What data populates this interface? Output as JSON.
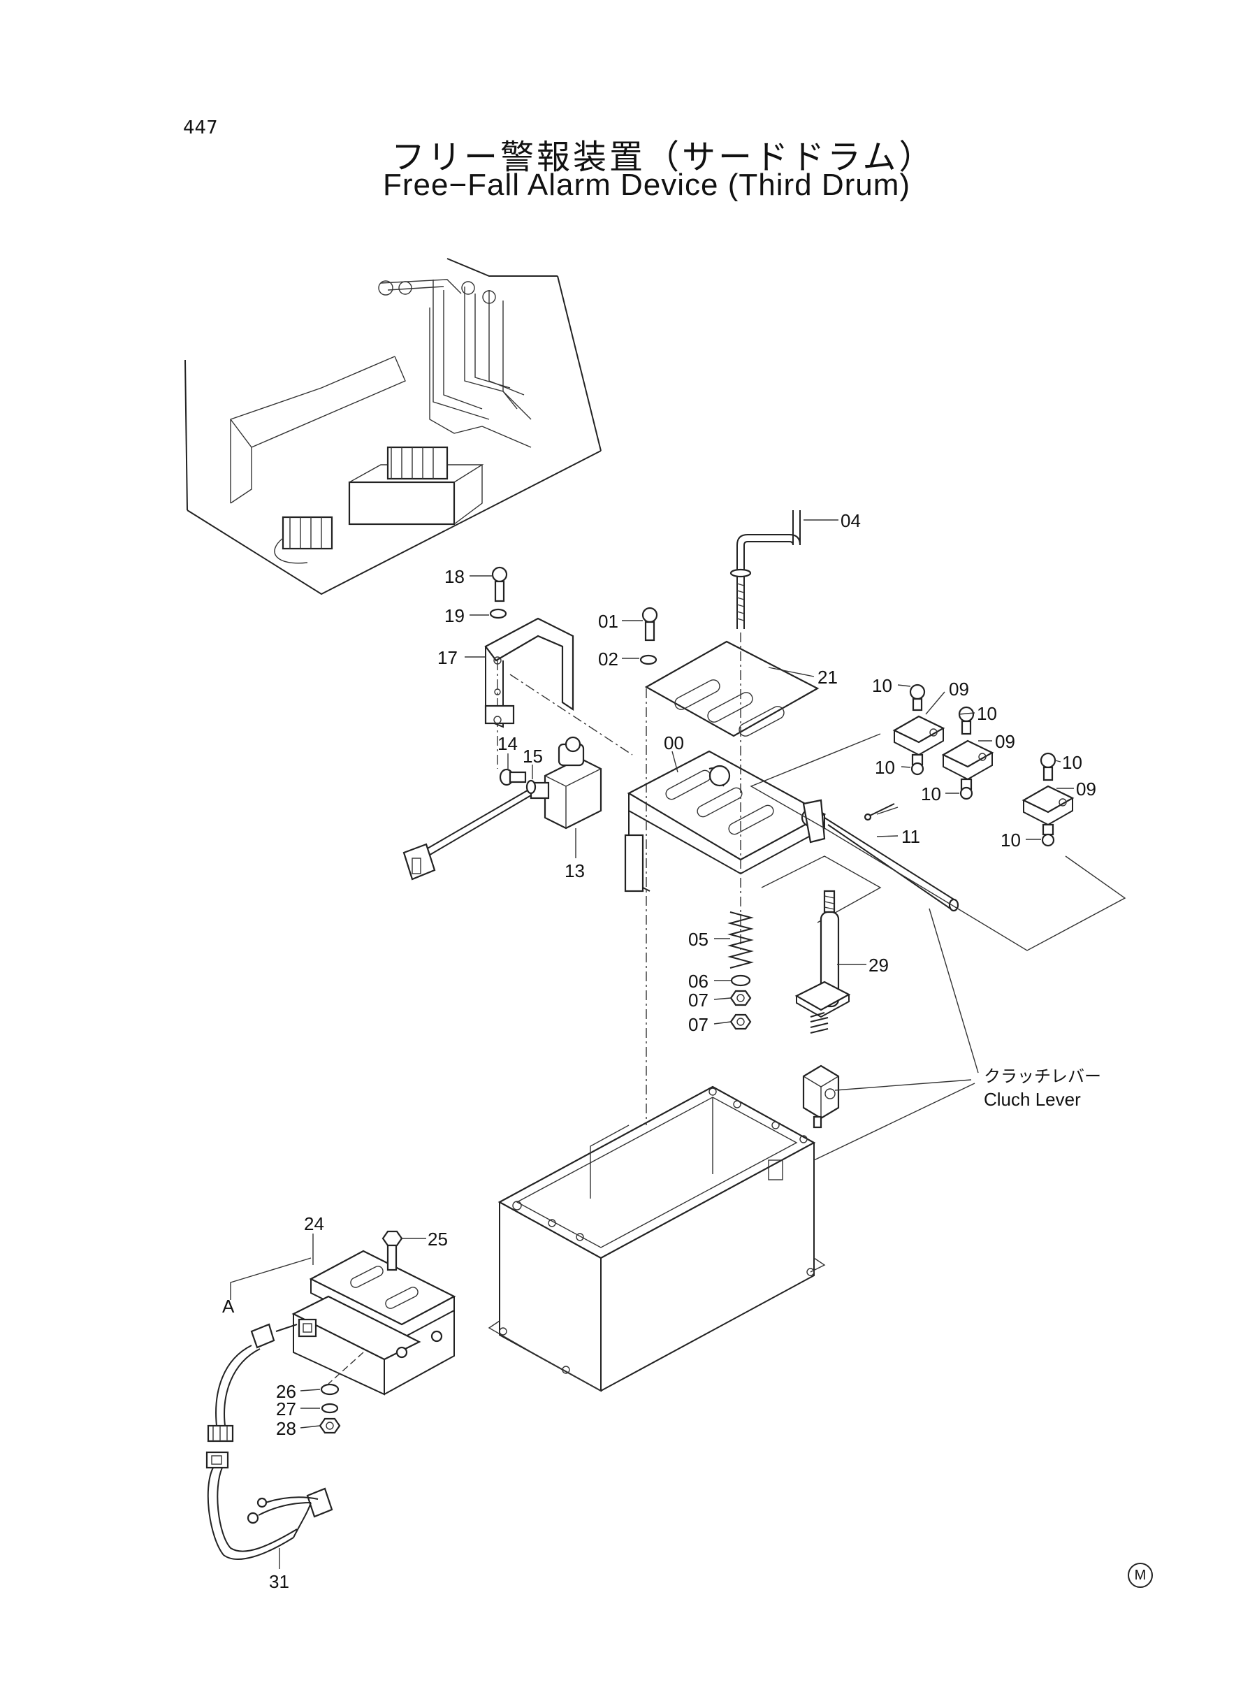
{
  "page_number": "447",
  "title_jp": "フリー警報装置（サードドラム）",
  "title_en": "Free−Fall Alarm Device (Third Drum)",
  "callouts": {
    "p00": "00",
    "p01": "01",
    "p02": "02",
    "p04": "04",
    "p05": "05",
    "p06": "06",
    "p07a": "07",
    "p07b": "07",
    "p09a": "09",
    "p09b": "09",
    "p09c": "09",
    "p10a": "10",
    "p10b": "10",
    "p10c": "10",
    "p10d": "10",
    "p10e": "10",
    "p10f": "10",
    "p11": "11",
    "p13": "13",
    "p14": "14",
    "p15": "15",
    "p17": "17",
    "p18": "18",
    "p19": "19",
    "p21": "21",
    "p24": "24",
    "p25": "25",
    "p26": "26",
    "p27": "27",
    "p28": "28",
    "p29": "29",
    "p31": "31",
    "detail_a": "A"
  },
  "clutch_lever_jp": "クラッチレバー",
  "clutch_lever_en": "Cluch Lever",
  "logo_mark": "M"
}
